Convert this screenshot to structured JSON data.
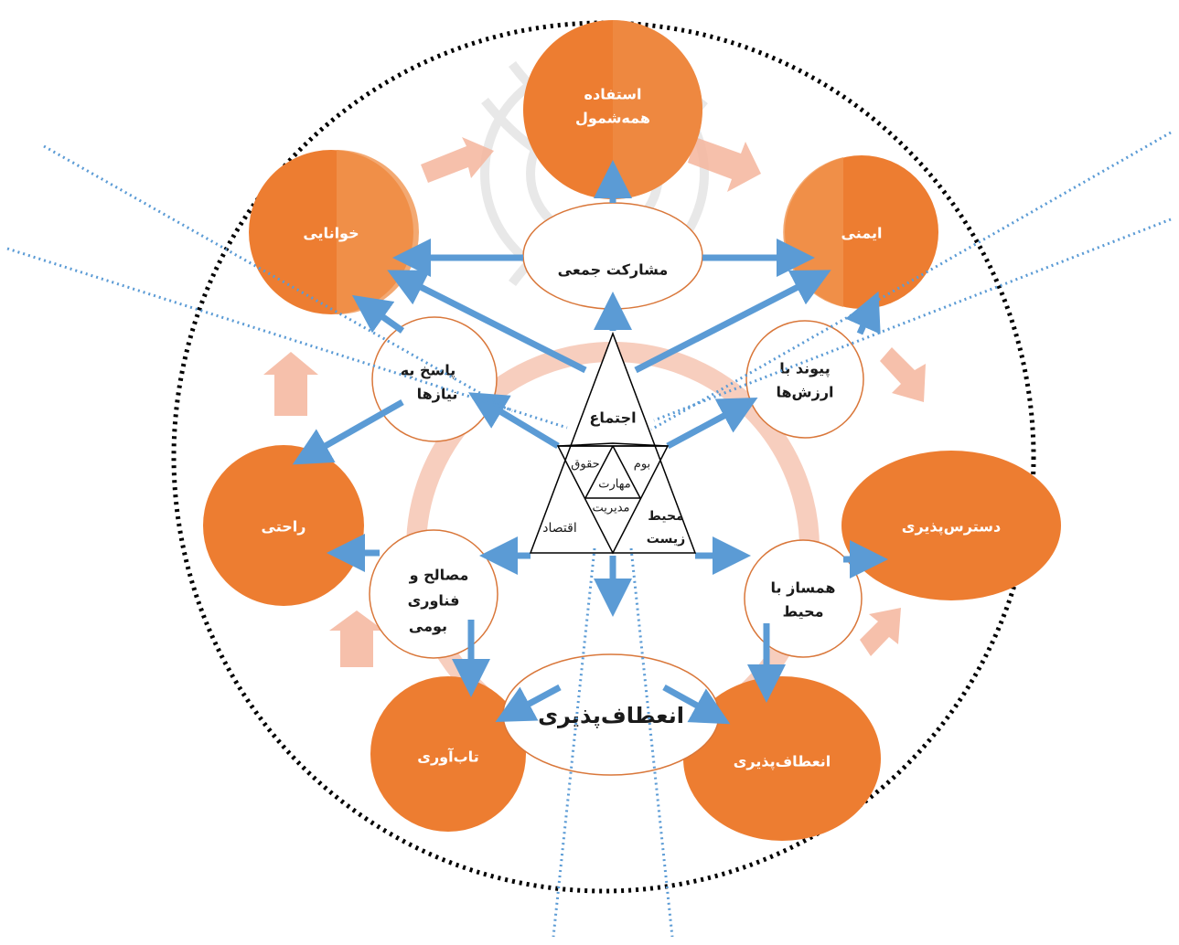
{
  "colors": {
    "orange": "#ed7d31",
    "orange_light": "#f0934f",
    "ring_pink": "#f6c6b3",
    "arrow_blue": "#5b9bd5",
    "arrow_blue_dark": "#2e75b6",
    "dotted_blue": "#5b9bd5",
    "outline_orange": "#d9773a"
  },
  "outer_circles": {
    "top": [
      "استفاده",
      "همه‌شمول"
    ],
    "top_left": "خوانایی",
    "top_right": "ایمنی",
    "left": "راحتی",
    "right": "دسترس‌پذیری",
    "bottom_left": "تاب‌آوری",
    "bottom_right": "انعطاف‌پذیری"
  },
  "inner_circles": {
    "top": "مشارکت جمعی",
    "left_upper": [
      "پاسخ به",
      "نیازها"
    ],
    "right_upper": [
      "پیوند با",
      "ارزش‌ها"
    ],
    "left_lower": [
      "مصالح و",
      "فناوری",
      "بومی"
    ],
    "right_lower": [
      "همساز با",
      "محیط"
    ],
    "bottom": "انعطاف‌پذیری"
  },
  "triangle": {
    "top": "اجتماع",
    "left_top": "حقوق",
    "right_top": "بوم",
    "center_top": "مهارت",
    "center_bottom": "مدیریت",
    "left_bottom": "اقتصاد",
    "right_bottom": [
      "محیط",
      "زیست"
    ]
  },
  "icons": [
    "watermark-emblem",
    "dotted-boundary-circle"
  ]
}
